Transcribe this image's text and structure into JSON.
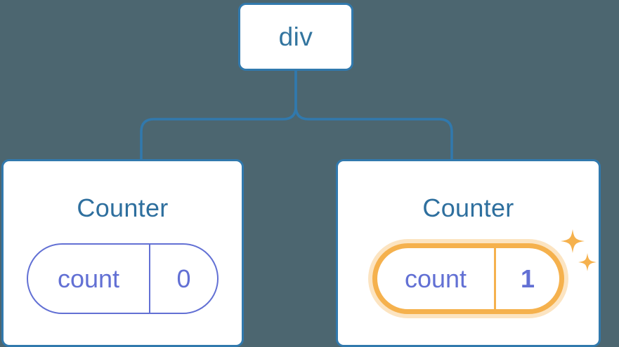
{
  "diagram": {
    "background_color": "#4c6670",
    "node_border_color": "#3179ad",
    "node_text_color": "#2e6f9e",
    "state_color": "#6270d4",
    "highlight_color": "#f5b14d",
    "highlight_glow_color": "#fbdcae"
  },
  "root": {
    "label": "div",
    "icon": "none"
  },
  "children": [
    {
      "title": "Counter",
      "state": {
        "key": "count",
        "value": "0"
      },
      "highlighted": false,
      "sparkles": false
    },
    {
      "title": "Counter",
      "state": {
        "key": "count",
        "value": "1"
      },
      "highlighted": true,
      "sparkles": true,
      "sparkle_icons": [
        "sparkle-large",
        "sparkle-small"
      ]
    }
  ]
}
